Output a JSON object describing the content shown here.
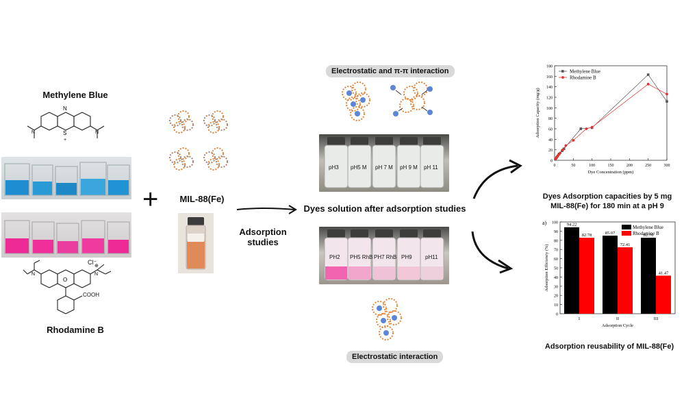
{
  "left": {
    "dye1_title": "Methylene Blue",
    "dye2_title": "Rhodamine B",
    "rhodamine_counterion": "Cl⁻",
    "rhodamine_acid": "COOH"
  },
  "mof": {
    "title": "MIL-88(Fe)"
  },
  "plus_symbol": "+",
  "process_label": "Adsorption studies",
  "center": {
    "top_pill": "Electrostatic and π-π interaction",
    "main_label": "Dyes solution after adsorption studies",
    "bottom_pill": "Electrostatic interaction",
    "blue_vial_labels": [
      "pH3",
      "pH5 M",
      "pH 7 M",
      "pH 9 M",
      "pH 11"
    ],
    "pink_vial_labels": [
      "PH2",
      "PH5 RhB",
      "PH7 RhB",
      "PH9",
      "pH11"
    ]
  },
  "right": {
    "top_caption": "Dyes Adsorption capacities by 5 mg MIL-88(Fe) for 180 min at a pH  9",
    "bottom_caption": "Adsorption reusability of MIL-88(Fe)"
  },
  "chart_data": [
    {
      "type": "line",
      "xlabel": "Dye Concentration (ppm)",
      "ylabel": "Adsorption Capacity (mg/g)",
      "xlim": [
        0,
        300
      ],
      "ylim": [
        0,
        180
      ],
      "xticks": [
        0,
        50,
        100,
        150,
        200,
        250,
        300
      ],
      "yticks": [
        0,
        20,
        40,
        60,
        80,
        100,
        120,
        140,
        160,
        180
      ],
      "legend_position": "top-left",
      "series": [
        {
          "name": "Methylene Blue",
          "color": "#555555",
          "x": [
            2,
            5,
            8,
            12,
            20,
            25,
            70,
            100,
            250,
            300
          ],
          "y": [
            2,
            5,
            8,
            12,
            18,
            22,
            60,
            62,
            163,
            112
          ]
        },
        {
          "name": "Rhodamine B",
          "color": "#e83030",
          "x": [
            3,
            6,
            10,
            15,
            22,
            30,
            50,
            85,
            100,
            250,
            300
          ],
          "y": [
            3,
            6,
            10,
            14,
            20,
            28,
            38,
            60,
            63,
            145,
            126
          ]
        }
      ]
    },
    {
      "type": "bar",
      "panel_label": "a)",
      "xlabel": "Adsorption Cycle",
      "ylabel": "Adsorption Efficiency (%)",
      "ylim": [
        0,
        100
      ],
      "yticks": [
        0,
        10,
        20,
        30,
        40,
        50,
        60,
        70,
        80,
        90,
        100
      ],
      "categories": [
        "I",
        "II",
        "III"
      ],
      "legend_position": "top-right",
      "series": [
        {
          "name": "Methylene Blue",
          "color": "#000000",
          "values": [
            94.22,
            85.07,
            82.76
          ]
        },
        {
          "name": "Rhodamine B",
          "color": "#ff0000",
          "values": [
            82.78,
            72.41,
            41.47
          ]
        }
      ]
    }
  ]
}
